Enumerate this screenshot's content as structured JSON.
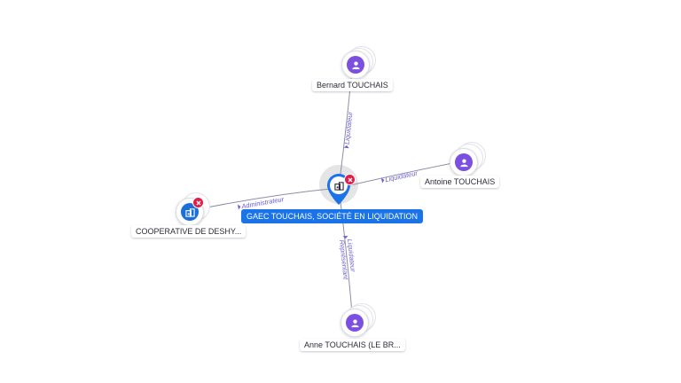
{
  "center": {
    "label": "GAEC TOUCHAIS, SOCIÉTÉ EN LIQUIDATION",
    "icon": "building-icon",
    "badge_icon": "close-icon",
    "colors": {
      "pin": "#1a73e8",
      "label_bg": "#1a73e8",
      "badge": "#e11d48"
    }
  },
  "nodes": {
    "bernard": {
      "label": "Bernard TOUCHAIS",
      "icon": "person-icon"
    },
    "antoine": {
      "label": "Antoine TOUCHAIS",
      "icon": "person-icon"
    },
    "cooperative": {
      "label": "COOPERATIVE DE DESHY...",
      "icon": "building-icon",
      "badge_icon": "close-icon"
    },
    "anne": {
      "label": "Anne TOUCHAIS (LE BR...",
      "icon": "person-icon"
    }
  },
  "edges": {
    "bernard": {
      "label": "Liquidateur"
    },
    "antoine": {
      "label": "Liquidateur"
    },
    "cooperative": {
      "label": "Administrateur"
    },
    "anne": {
      "label_line1": "Liquidateur",
      "label_line2": "Représentant"
    }
  },
  "colors": {
    "person": "#7b4fe0",
    "company": "#1a6fd8",
    "edge_label": "#6b5fd6"
  }
}
